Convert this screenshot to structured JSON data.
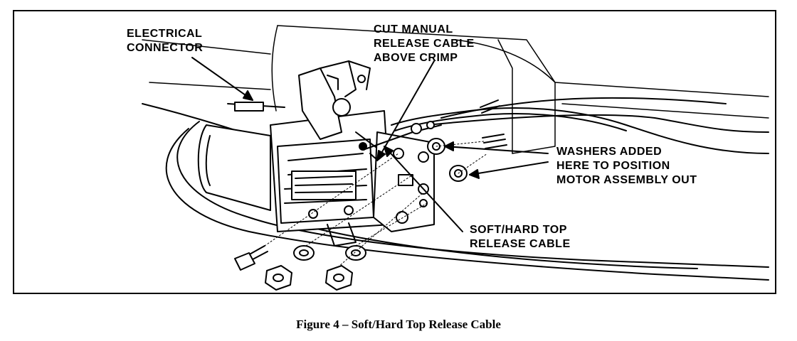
{
  "labels": {
    "electrical_connector": [
      "ELECTRICAL",
      "CONNECTOR"
    ],
    "cut_manual_release": [
      "CUT MANUAL",
      "RELEASE CABLE",
      "ABOVE CRIMP"
    ],
    "washers_added": [
      "WASHERS ADDED",
      "HERE TO POSITION",
      "MOTOR ASSEMBLY OUT"
    ],
    "soft_hard_top": [
      "SOFT/HARD TOP",
      "RELEASE CABLE"
    ]
  },
  "caption": "Figure 4 – Soft/Hard Top Release Cable"
}
